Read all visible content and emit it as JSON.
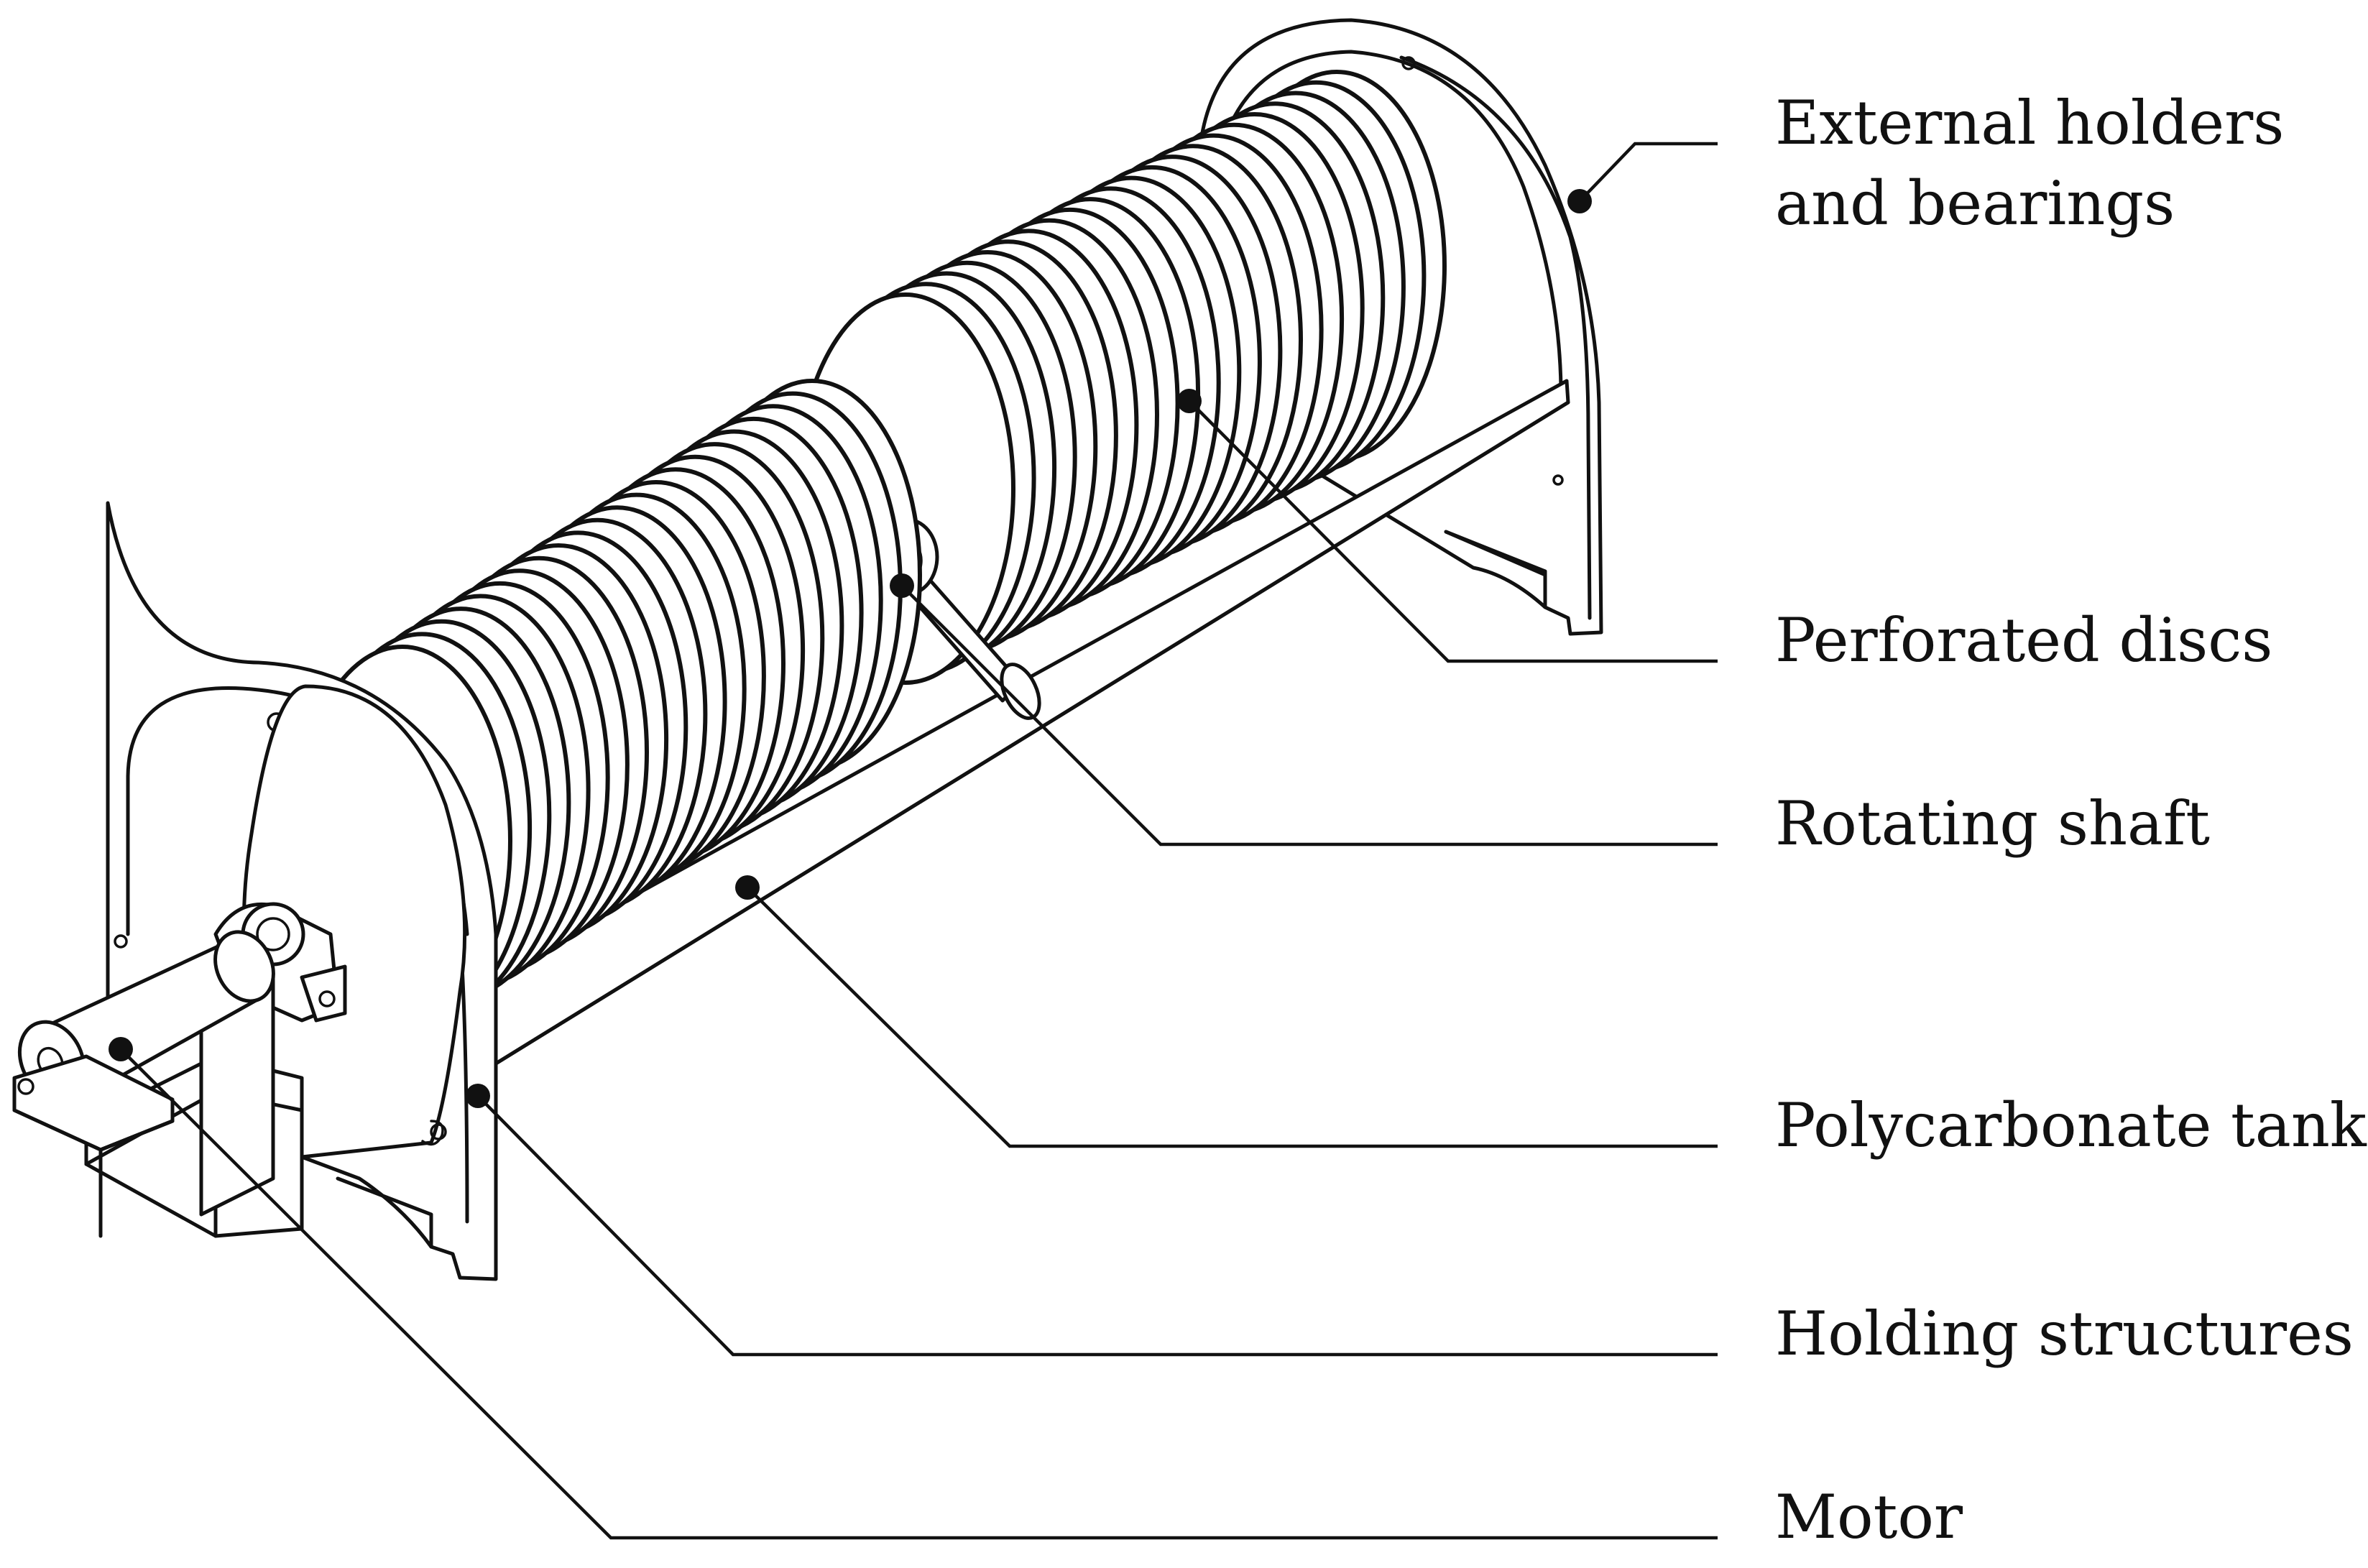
{
  "labels": [
    {
      "id": "external-holders",
      "lines": [
        "External holders",
        "and bearings"
      ]
    },
    {
      "id": "perforated-discs",
      "lines": [
        "Perforated discs"
      ]
    },
    {
      "id": "rotating-shaft",
      "lines": [
        "Rotating shaft"
      ]
    },
    {
      "id": "polycarbonate-tank",
      "lines": [
        "Polycarbonate tank"
      ]
    },
    {
      "id": "holding-structures",
      "lines": [
        "Holding structures"
      ]
    },
    {
      "id": "motor",
      "lines": [
        "Motor"
      ]
    }
  ]
}
